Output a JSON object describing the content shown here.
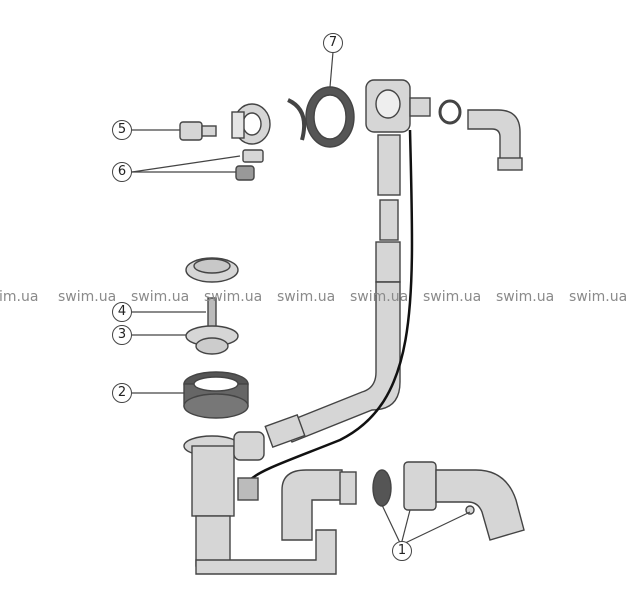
{
  "diagram": {
    "title": "Bathtub drain-overflow assembly exploded view",
    "callouts": [
      "1",
      "2",
      "3",
      "4",
      "5",
      "6",
      "7"
    ],
    "watermark": {
      "partial": "im.ua",
      "text": "swim.ua"
    }
  },
  "colors": {
    "part_fill": "#d9d9d9",
    "part_stroke": "#444444",
    "watermark": "#8a8a8a"
  }
}
